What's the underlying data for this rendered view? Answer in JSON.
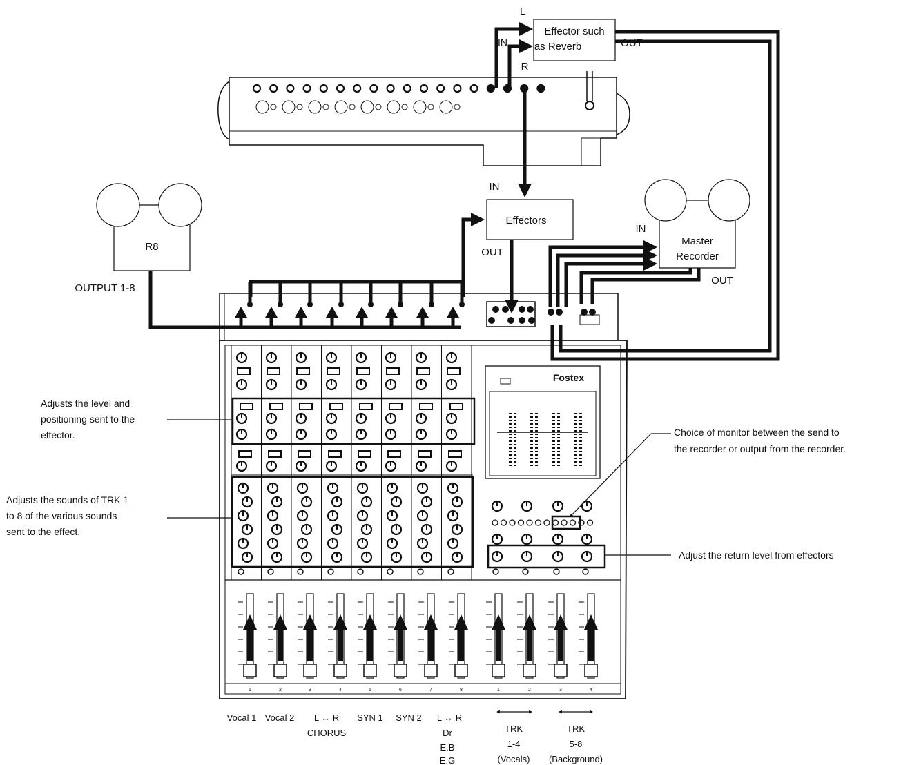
{
  "effector_reverb": {
    "line1": "Effector such",
    "line2": "as Reverb",
    "in_label": "IN",
    "out_label": "OUT",
    "l_label": "L",
    "r_label": "R"
  },
  "effectors": {
    "label": "Effectors",
    "in_label": "IN",
    "out_label": "OUT"
  },
  "recorder_r8": {
    "label": "R8",
    "output_label": "OUTPUT 1-8"
  },
  "master_recorder": {
    "line1": "Master",
    "line2": "Recorder",
    "in_label": "IN",
    "out_label": "OUT"
  },
  "mixer": {
    "brand": "Fostex"
  },
  "annotations": {
    "send_level": [
      "Adjusts the level and",
      "positioning sent to the",
      "effector."
    ],
    "trk_sounds": [
      "Adjusts the sounds of TRK 1",
      "to 8 of the various sounds",
      "sent to the effect."
    ],
    "monitor_choice": [
      "Choice of monitor between the send to",
      "the recorder or output from the recorder."
    ],
    "return_level": "Adjust the return level from effectors"
  },
  "channels": [
    "1",
    "2",
    "3",
    "4",
    "5",
    "6",
    "7",
    "8"
  ],
  "masters": [
    "1",
    "2",
    "3",
    "4"
  ],
  "channel_labels": {
    "c1": "Vocal 1",
    "c2": "Vocal 2",
    "c3": [
      "L ↔ R",
      "CHORUS"
    ],
    "c5": "SYN 1",
    "c6": "SYN 2",
    "c7": [
      "L ↔ R",
      "Dr",
      "E.B",
      "E.G"
    ],
    "m12": [
      "TRK",
      "1-4",
      "(Vocals)"
    ],
    "m34": [
      "TRK",
      "5-8",
      "(Background)"
    ]
  }
}
